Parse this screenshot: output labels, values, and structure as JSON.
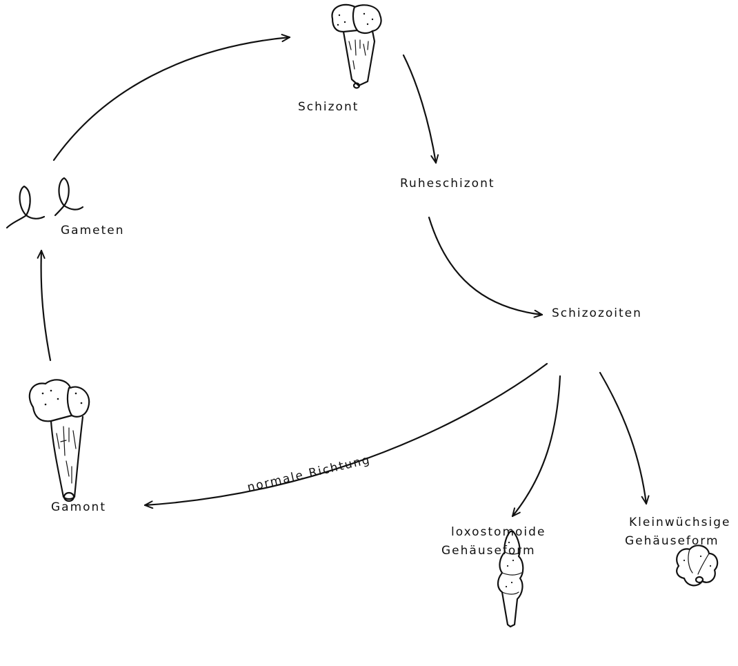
{
  "labels": {
    "schizont": "Schizont",
    "ruheschizont": "Ruheschizont",
    "schizozoiten": "Schizozoiten",
    "gameten": "Gameten",
    "gamont": "Gamont",
    "normale_richtung": "normale Richtung",
    "loxostomoide_line1": "loxostomoide",
    "loxostomoide_line2": "Gehäuseform",
    "kleinwuchsige_line1": "Kleinwüchsige",
    "kleinwuchsige_line2": "Gehäuseform"
  },
  "colors": {
    "ink": "#111111",
    "background": "#ffffff"
  }
}
